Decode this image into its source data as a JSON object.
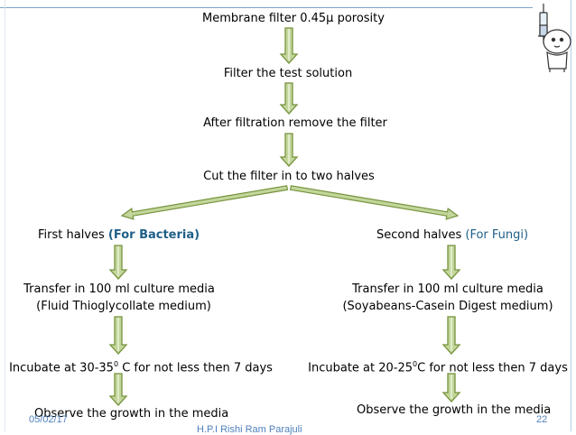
{
  "steps": {
    "s1": "Membrane filter 0.45µ porosity",
    "s2": "Filter the test solution",
    "s3": "After filtration remove the filter",
    "s4": "Cut the filter  in to two halves"
  },
  "left": {
    "title_prefix": "First halves ",
    "title_highlight": "(For Bacteria)",
    "transfer_line1": "Transfer in 100 ml culture media",
    "transfer_line2": "(Fluid Thioglycollate medium)",
    "incubate_pre": "Incubate at 30-35",
    "incubate_sup": "0",
    "incubate_post": " C for  not less then 7 days",
    "observe": "Observe the growth  in the media"
  },
  "right": {
    "title_prefix": "Second halves ",
    "title_highlight": "(For Fungi)",
    "transfer_line1": "Transfer in 100 ml culture media",
    "transfer_line2": "(Soyabeans-Casein Digest medium)",
    "incubate_pre": "Incubate at 20-25",
    "incubate_sup": "0",
    "incubate_post": "C for  not less then 7 days",
    "observe": "Observe the growth  in the media"
  },
  "footer": {
    "date": "05/02/17",
    "page": "22",
    "author": "H.P.I Rishi Ram Parajuli"
  },
  "colors": {
    "arrow_fill": "#c3d69b",
    "arrow_stroke": "#76923c",
    "highlight_text": "#1f5f87",
    "footer_text": "#4f81bd"
  }
}
